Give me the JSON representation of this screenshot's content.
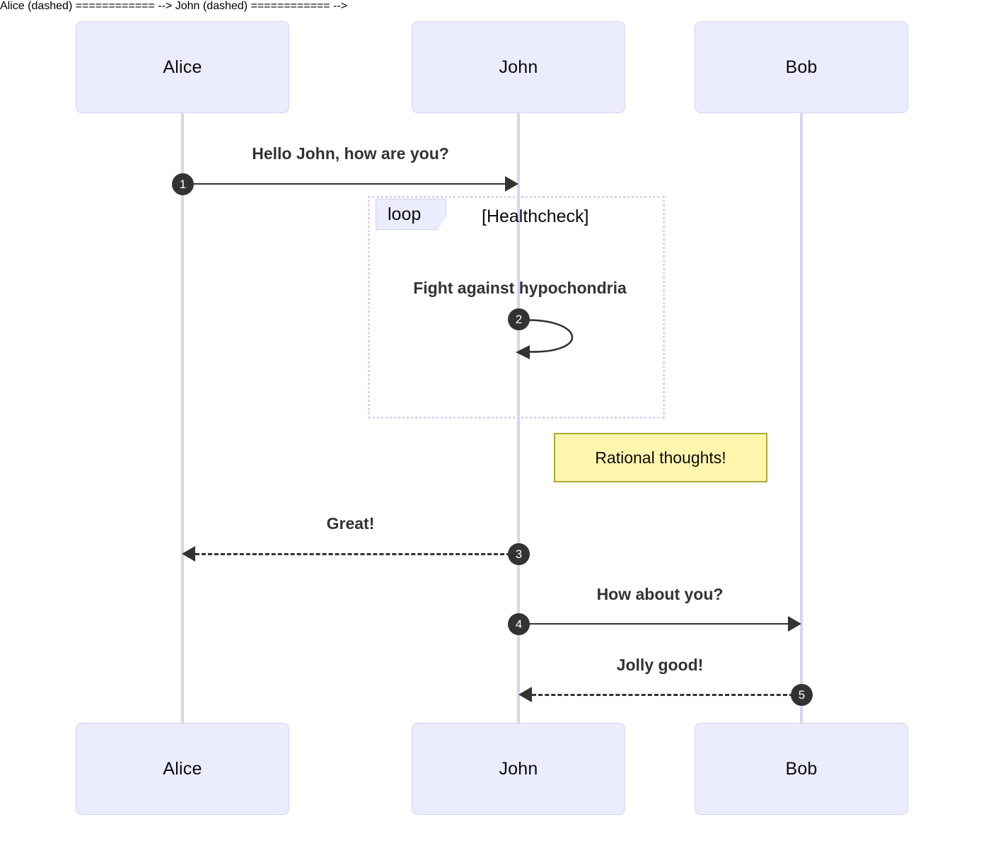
{
  "diagram": {
    "type": "sequence-diagram",
    "background": "#ffffff",
    "colors": {
      "actor_fill": "#ECECFF",
      "actor_border": "#D6D2F0",
      "lifeline": "#DCD1F5",
      "message_line": "#333333",
      "message_text": "#333333",
      "sequence_badge_fill": "#333333",
      "sequence_badge_text": "#ffffff",
      "note_fill": "#FFF5AD",
      "note_border": "#AAAA33",
      "loop_border": "#DCD1F5",
      "loop_label_fill": "#ECECFF"
    }
  },
  "actors": [
    {
      "id": "alice",
      "label": "Alice"
    },
    {
      "id": "john",
      "label": "John"
    },
    {
      "id": "bob",
      "label": "Bob"
    }
  ],
  "actors_bottom": [
    {
      "id": "alice",
      "label": "Alice"
    },
    {
      "id": "john",
      "label": "John"
    },
    {
      "id": "bob",
      "label": "Bob"
    }
  ],
  "messages": [
    {
      "seq": "1",
      "label": "Hello John, how are you?",
      "from": "Alice",
      "to": "John",
      "style": "solid",
      "direction": "right"
    },
    {
      "seq": "2",
      "label": "Fight against hypochondria",
      "from": "John",
      "to": "John",
      "style": "solid",
      "direction": "self"
    },
    {
      "seq": "3",
      "label": "Great!",
      "from": "John",
      "to": "Alice",
      "style": "dashed",
      "direction": "left"
    },
    {
      "seq": "4",
      "label": "How about you?",
      "from": "John",
      "to": "Bob",
      "style": "solid",
      "direction": "right"
    },
    {
      "seq": "5",
      "label": "Jolly good!",
      "from": "Bob",
      "to": "John",
      "style": "dashed",
      "direction": "left"
    }
  ],
  "loop": {
    "keyword": "loop",
    "title": "[Healthcheck]"
  },
  "note": {
    "text": "Rational thoughts!",
    "position": "right of John"
  }
}
